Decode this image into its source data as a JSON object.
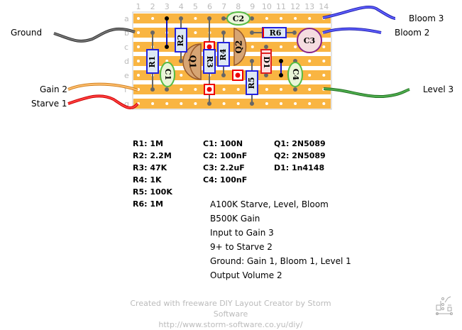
{
  "board": {
    "columns": [
      "1",
      "2",
      "3",
      "4",
      "5",
      "6",
      "7",
      "8",
      "9",
      "10",
      "11",
      "12",
      "13",
      "14"
    ],
    "rows": [
      "a",
      "b",
      "c",
      "d",
      "e",
      "f",
      "g"
    ],
    "strip_color": "#f9b542",
    "components": [
      {
        "id": "R1",
        "type": "resistor",
        "label": "R1"
      },
      {
        "id": "R2",
        "type": "resistor",
        "label": "R2"
      },
      {
        "id": "R3",
        "type": "resistor",
        "label": "R3"
      },
      {
        "id": "R4",
        "type": "resistor",
        "label": "R4"
      },
      {
        "id": "R5",
        "type": "resistor",
        "label": "R5"
      },
      {
        "id": "R6",
        "type": "resistor",
        "label": "R6"
      },
      {
        "id": "C1",
        "type": "film-cap",
        "label": "C1"
      },
      {
        "id": "C2",
        "type": "film-cap",
        "label": "C2"
      },
      {
        "id": "C3",
        "type": "electrolytic-cap",
        "label": "C3"
      },
      {
        "id": "C4",
        "type": "film-cap",
        "label": "C4"
      },
      {
        "id": "Q1",
        "type": "transistor",
        "label": "Q1"
      },
      {
        "id": "Q2",
        "type": "transistor",
        "label": "Q2"
      },
      {
        "id": "D1",
        "type": "diode",
        "label": "D1"
      }
    ]
  },
  "wires": {
    "ground": "Ground",
    "gain2": "Gain 2",
    "starve1": "Starve 1",
    "bloom3": "Bloom 3",
    "bloom2": "Bloom 2",
    "level3": "Level 3"
  },
  "bom": {
    "resistors": [
      "R1: 1M",
      "R2: 2.2M",
      "R3: 47K",
      "R4: 1K",
      "R5: 100K",
      "R6: 1M"
    ],
    "capacitors": [
      "C1: 100N",
      "C2: 100nF",
      "C3: 2.2uF",
      "C4: 100nF"
    ],
    "semis": [
      "Q1: 2N5089",
      "Q2: 2N5089",
      "D1: 1n4148"
    ]
  },
  "notes": [
    "A100K Starve, Level, Bloom",
    "B500K Gain",
    "Input to Gain 3",
    "9+ to Starve 2",
    "Ground: Gain 1, Bloom 1, Level 1",
    "Output Volume 2"
  ],
  "footer": {
    "line1": "Created with freeware DIY Layout Creator by Storm Software",
    "line2": "http://www.storm-software.co.yu/diy/"
  }
}
